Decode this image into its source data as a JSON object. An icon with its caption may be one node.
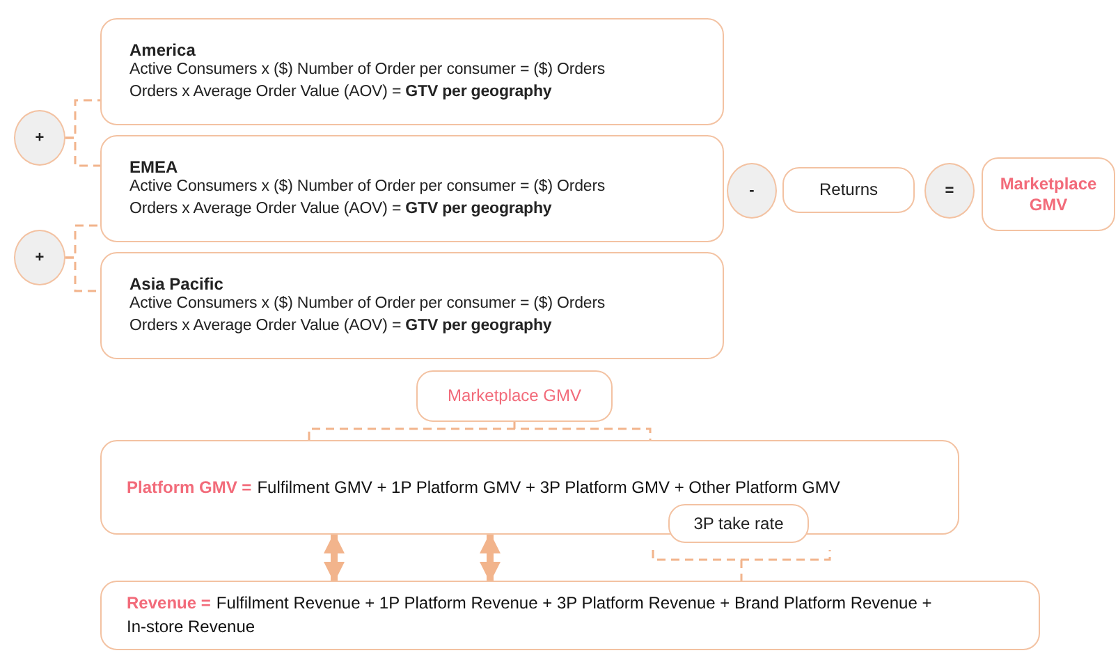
{
  "diagram": {
    "nodes": [
      {
        "text": [
          "America",
          "Active Consumers x ($) Number of Order per consumer = ($) Orders Orders x Average Order Value (AOV) = **GTV per geography**"
        ]
      },
      {
        "text": [
          "+"
        ]
      },
      {
        "text": [
          "EMEA",
          "Active Consumers x ($) Number of Order per consumer = ($) Orders Orders x Average Order Value (AOV) = **GTV per geography**"
        ]
      },
      {
        "text": [
          "+"
        ]
      },
      {
        "text": [
          "Asia Pacific",
          "Active Consumers x ($) Number of Order per consumer = ($) Orders Orders x Average Order Value (AOV) = **GTV per geography**"
        ]
      },
      {
        "text": [
          "-"
        ]
      },
      {
        "text": [
          "Returns"
        ]
      },
      {
        "text": [
          "="
        ]
      },
      {
        "text": [
          "Marketplace GMV"
        ]
      },
      {
        "text": [
          "Marketplace GMV"
        ]
      },
      {
        "text": [
          "Platform GMV =",
          "Fulfilment GMV + 1P Platform GMV + 3P Platform GMV + Other Platform GMV"
        ]
      },
      {
        "text": [
          "3P take rate"
        ]
      },
      {
        "text": [
          "Revenue =",
          "Fulfilment Revenue + 1P Platform Revenue + 3P Platform Revenue + Brand Platform Revenue + In-store Revenue"
        ]
      }
    ],
    "edges": [
      {
        "from": 1,
        "to": 0,
        "arrow": "none",
        "style": "dashed"
      },
      {
        "from": 1,
        "to": 2,
        "arrow": "none",
        "style": "dashed"
      },
      {
        "from": 3,
        "to": 2,
        "arrow": "none",
        "style": "dashed"
      },
      {
        "from": 3,
        "to": 4,
        "arrow": "none",
        "style": "dashed"
      },
      {
        "from": 9,
        "to": 10,
        "arrow": "none",
        "style": "dashed"
      },
      {
        "from": 10,
        "to": 12,
        "arrow": "both",
        "style": "thick"
      },
      {
        "from": 10,
        "to": 12,
        "arrow": "both",
        "style": "thick"
      },
      {
        "from": 11,
        "to": 12,
        "arrow": "none",
        "style": "dashed"
      }
    ]
  }
}
